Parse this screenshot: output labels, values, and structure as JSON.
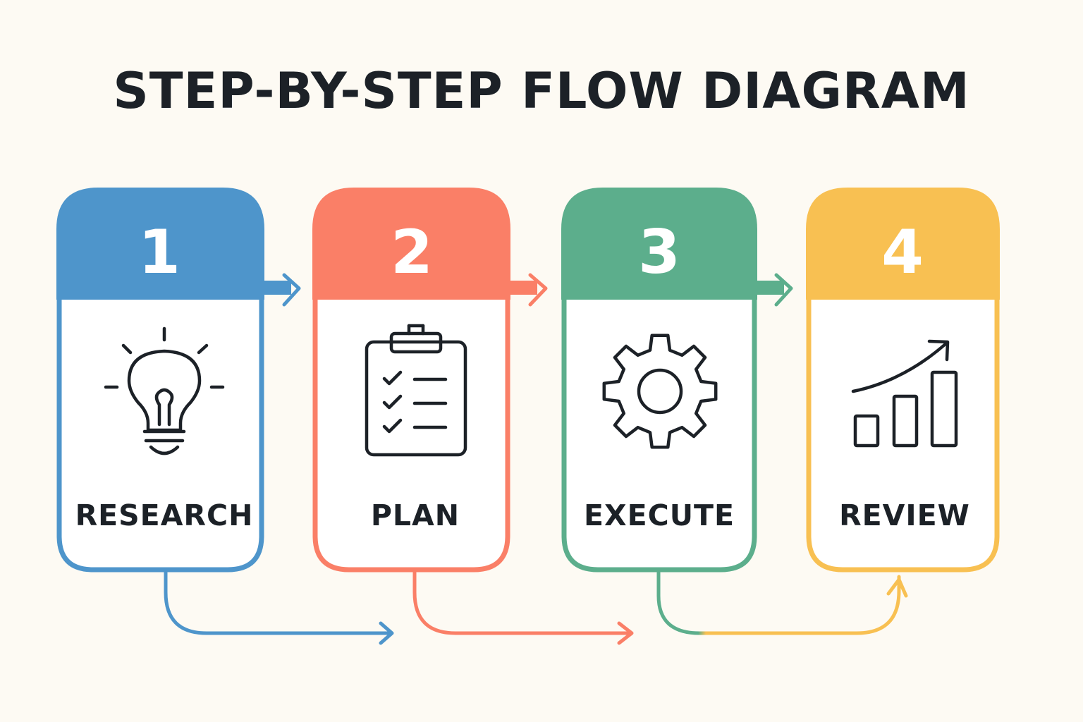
{
  "title": "STEP-BY-STEP FLOW DIAGRAM",
  "colors": {
    "background": "#fdfaf3",
    "text": "#1c2127",
    "step1": "#4e95cb",
    "step2": "#fa7f67",
    "step3": "#5cae8c",
    "step4": "#f8c052"
  },
  "steps": [
    {
      "number": "1",
      "label": "RESEARCH",
      "icon": "lightbulb-icon",
      "color": "#4e95cb"
    },
    {
      "number": "2",
      "label": "PLAN",
      "icon": "clipboard-checklist-icon",
      "color": "#fa7f67"
    },
    {
      "number": "3",
      "label": "EXECUTE",
      "icon": "gear-icon",
      "color": "#5cae8c"
    },
    {
      "number": "4",
      "label": "REVIEW",
      "icon": "growth-chart-icon",
      "color": "#f8c052"
    }
  ]
}
